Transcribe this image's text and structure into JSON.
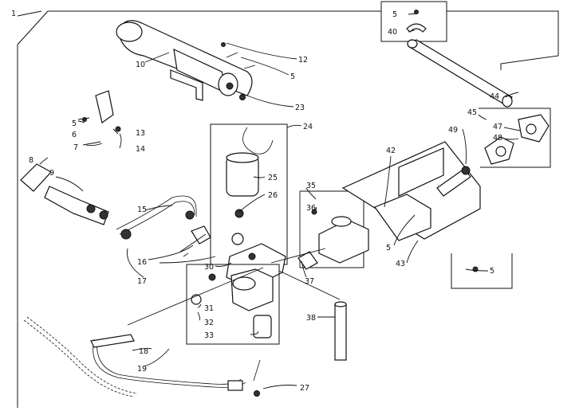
{
  "callouts": {
    "c1": "1",
    "c5a": "5",
    "c40": "40",
    "c12": "12",
    "c5b": "5",
    "c10": "10",
    "c23": "23",
    "c44": "44",
    "c45": "45",
    "c47": "47",
    "c48": "48",
    "c49": "49",
    "c24": "24",
    "c5c": "5",
    "c6": "6",
    "c13": "13",
    "c14": "14",
    "c7": "7",
    "c8": "8",
    "c9": "9",
    "c25": "25",
    "c26": "26",
    "c42": "42",
    "c35": "35",
    "c36": "36",
    "c15": "15",
    "c5d": "5",
    "c43": "43",
    "c5e": "5",
    "c16": "16",
    "c30": "30",
    "c17": "17",
    "c37": "37",
    "c31": "31",
    "c32": "32",
    "c38": "38",
    "c33": "33",
    "c18": "18",
    "c19": "19",
    "c27": "27"
  }
}
